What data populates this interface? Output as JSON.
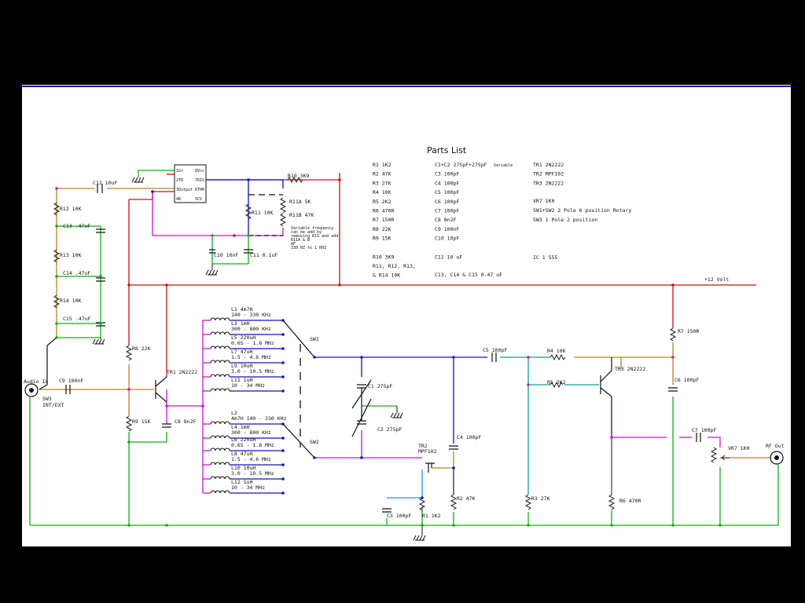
{
  "parts_list": {
    "title": "Parts List",
    "resistors": [
      "R1 1K2",
      "R2 47K",
      "R3 27K",
      "R4 10K",
      "R5 2K2",
      "R6 470R",
      "R7 150R",
      "R8 22K",
      "R9 15K",
      "R10 3K9",
      "R11, R12, R13,",
      "& R14 10K"
    ],
    "capacitors": [
      "C1+C2 275pF+275pF",
      "C3 100pF",
      "C4 100pF",
      "C5 100pF",
      "C6 100pF",
      "C7 100pF",
      "C8 8n2F",
      "C9 100nF",
      "C10 10pF",
      "C12 10 uF",
      "C13, C14 & C15 0.47 uF"
    ],
    "variable_note": "Variable",
    "transistors": [
      "TR1 2N2222",
      "TR2 MPF102",
      "TR3 2N2222"
    ],
    "misc": [
      "VR7 1K0",
      "SW1+SW2  2 Pole 6 position Rotary",
      "SW3  1 Pole 2 position",
      "IC 1  555"
    ]
  },
  "labels": {
    "ic_pins": [
      "1Gr",
      "8Vcc",
      "2TR",
      "7DIS",
      "3Output",
      "6THR",
      "4R",
      "5CV"
    ],
    "r10": "R10 3K9",
    "r11": "R11 10K",
    "r11a": "R11A 5K",
    "r11b": "R11B 47K",
    "note": [
      "Variable frequency",
      "can be add by",
      "removing R11 and add",
      "R11A & B",
      "AF",
      "330 HZ to 1 KHZ"
    ],
    "c10": "C10 10nF",
    "c11": "C11 0.1uF",
    "c12": "C12 10uF",
    "r12": "R12 10K",
    "c13": "C13 .47uF",
    "r13": "R13 10K",
    "c14": "C14 .47uF",
    "r14": "R14 10K",
    "c15": ".47uF",
    "c15_name": "C15",
    "plus12": "+12 Volt",
    "audio_in": "Audio In",
    "sw3": [
      "SW3",
      "INT/EXT"
    ],
    "c9": "C9 100nF",
    "r8": "R8 22K",
    "r9": "R9 15K",
    "tr1": "TR1 2N2222",
    "c8": "C8 8n2F",
    "coils_a": [
      [
        "L1  4m7H",
        "140 - 330 KHz"
      ],
      [
        "L3  1mH",
        "300 - 800 KHz"
      ],
      [
        "L5  220uH",
        "0.65 - 1.8 MHz"
      ],
      [
        "L7  47uH",
        "1.5 - 4.6 MHz"
      ],
      [
        "L9  10uH",
        "3.0 - 10.5 MHz"
      ],
      [
        "L11  1uH",
        "10 - 34 MHz"
      ]
    ],
    "coils_b": [
      [
        "L2",
        "4m7H 140 - 330 KHz"
      ],
      [
        "L4  1mH",
        "300 - 800 KHz"
      ],
      [
        "L6  220uH",
        "0.65 - 1.8 MHz"
      ],
      [
        "L8  47uH",
        "1.5 - 4.6 MHz"
      ],
      [
        "L10  10uH",
        "3.0 - 10.5 MHz"
      ],
      [
        "L12  1uH",
        "10 - 34 MHz"
      ]
    ],
    "sw1": "SW1",
    "sw2": "SW2",
    "c1": "C1 275pF",
    "c2": "C2 275pF",
    "c5": "C5 100pF",
    "c4": "C4 100pF",
    "tr2": [
      "TR2",
      "MPF102"
    ],
    "c3": "C3 100pF",
    "r1": "R1 1K2",
    "r2": "R2 47K",
    "r3": "R3 27K",
    "r4": "R4 10K",
    "r5": "R5 2K2",
    "tr3": "TR3 2N2222",
    "r7": "R7 150R",
    "c6": "C6 100pF",
    "c7": "C7 100pF",
    "vr7": "VR7 1K0",
    "rf_out": "RF Out",
    "r6": "R6 470R"
  },
  "colors": {
    "red": "#d01010",
    "blue": "#1010c0",
    "green": "#10b010",
    "magenta": "#d010d0",
    "brown": "#c08020",
    "teal": "#10a090",
    "black": "#000000"
  }
}
